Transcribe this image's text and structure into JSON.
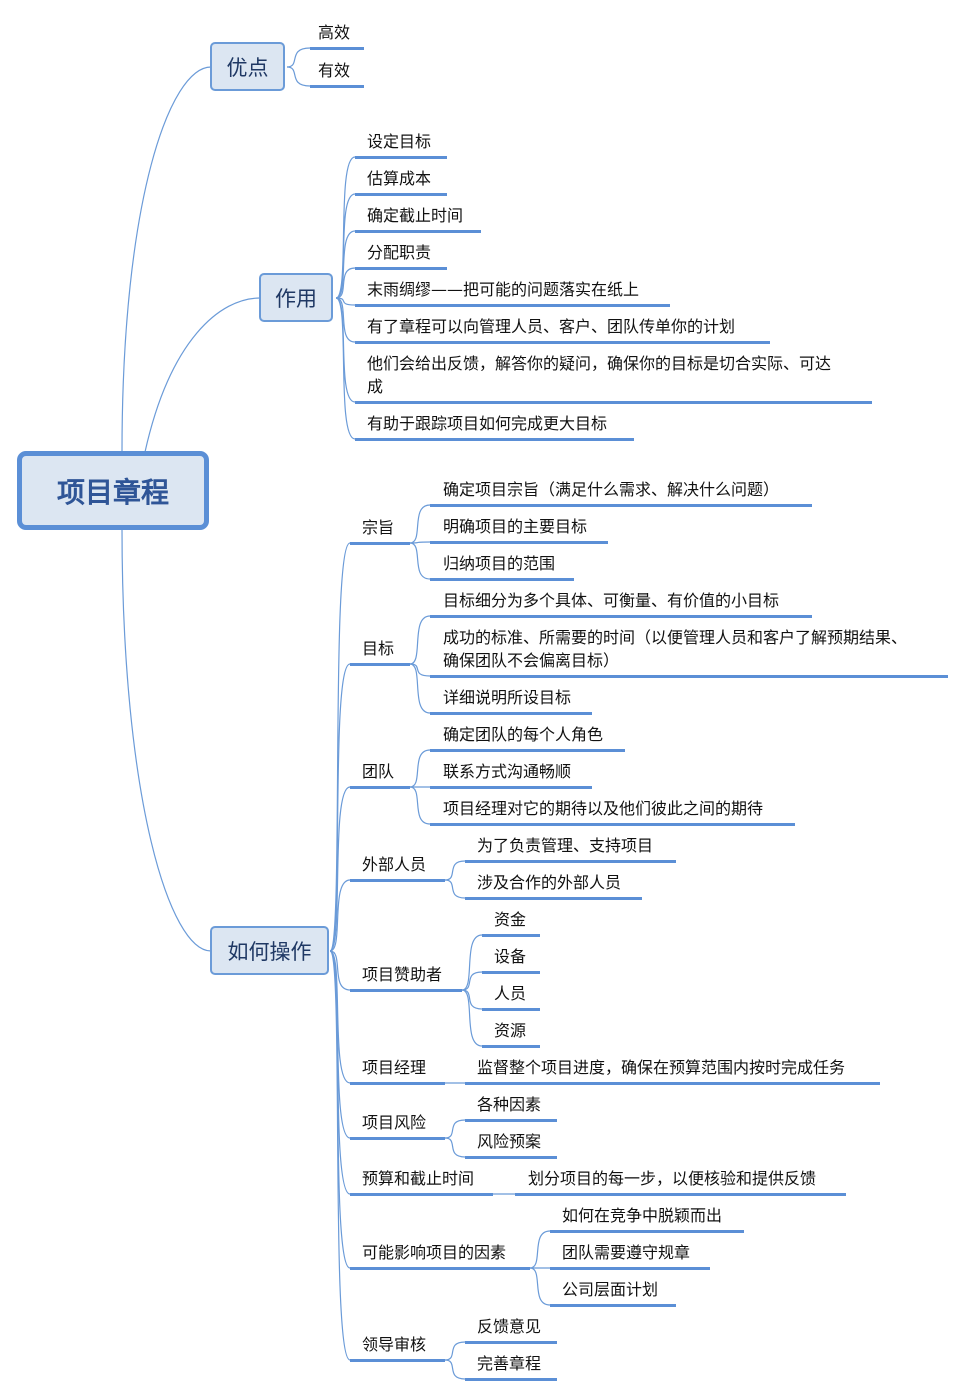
{
  "root": {
    "label": "项目章程"
  },
  "advantages": {
    "label": "优点",
    "items": [
      "高效",
      "有效"
    ]
  },
  "functions": {
    "label": "作用",
    "items": [
      "设定目标",
      "估算成本",
      "确定截止时间",
      "分配职责",
      "末雨绸缪——把可能的问题落实在纸上",
      "有了章程可以向管理人员、客户、团队传单你的计划",
      "他们会给出反馈，解答你的疑问，确保你的目标是切合实际、可达\n成",
      "有助于跟踪项目如何完成更大目标"
    ]
  },
  "howto": {
    "label": "如何操作",
    "items": [
      {
        "label": "宗旨",
        "children": [
          "确定项目宗旨（满足什么需求、解决什么问题）",
          "明确项目的主要目标",
          "归纳项目的范围"
        ]
      },
      {
        "label": "目标",
        "children": [
          "目标细分为多个具体、可衡量、有价值的小目标",
          "成功的标准、所需要的时间（以便管理人员和客户了解预期结果、\n确保团队不会偏离目标）",
          "详细说明所设目标"
        ]
      },
      {
        "label": "团队",
        "children": [
          "确定团队的每个人角色",
          "联系方式沟通畅顺",
          "项目经理对它的期待以及他们彼此之间的期待"
        ]
      },
      {
        "label": "外部人员",
        "children": [
          "为了负责管理、支持项目",
          "涉及合作的外部人员"
        ]
      },
      {
        "label": "项目赞助者",
        "children": [
          "资金",
          "设备",
          "人员",
          "资源"
        ]
      },
      {
        "label": "项目经理",
        "children": [
          "监督整个项目进度，确保在预算范围内按时完成任务"
        ]
      },
      {
        "label": "项目风险",
        "children": [
          "各种因素",
          "风险预案"
        ]
      },
      {
        "label": "预算和截止时间",
        "children": [
          "划分项目的每一步，以便核验和提供反馈"
        ]
      },
      {
        "label": "可能影响项目的因素",
        "children": [
          "如何在竞争中脱颖而出",
          "团队需要遵守规章",
          "公司层面计划"
        ]
      },
      {
        "label": "领导审核",
        "children": [
          "反馈意见",
          "完善章程"
        ]
      }
    ]
  },
  "colors": {
    "line": "#5b8fd6",
    "box_fill": "#dce6f2",
    "root_text": "#2f5597"
  }
}
